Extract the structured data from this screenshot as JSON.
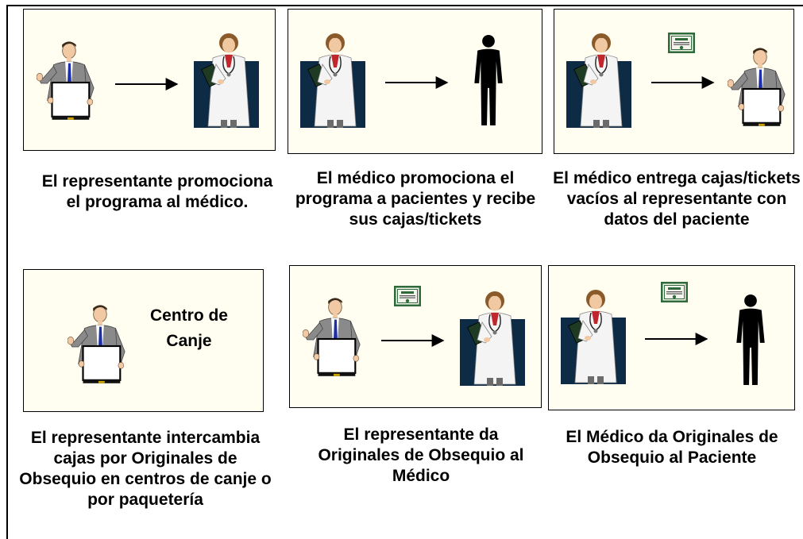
{
  "steps": [
    {
      "caption": "El representante promociona el programa al médico."
    },
    {
      "caption": "El médico promociona el programa a pacientes y recibe sus cajas/tickets"
    },
    {
      "caption": "El médico entrega cajas/tickets vacíos al representante con datos del paciente"
    },
    {
      "caption": "El representante intercambia cajas por Originales de Obsequio en centros de canje o por paquetería",
      "center_label": "Centro de Canje"
    },
    {
      "caption": "El representante da Originales de Obsequio al Médico"
    },
    {
      "caption": "El Médico da Originales de Obsequio al Paciente"
    }
  ],
  "colors": {
    "panel_bg": "#fffef0",
    "doctor_bg": "#0d2b45",
    "suit": "#8a8a8a",
    "certificate": "#2f6b3a"
  },
  "icons": [
    "representative-icon",
    "doctor-icon",
    "patient-icon",
    "certificate-icon",
    "arrow-right-icon"
  ]
}
